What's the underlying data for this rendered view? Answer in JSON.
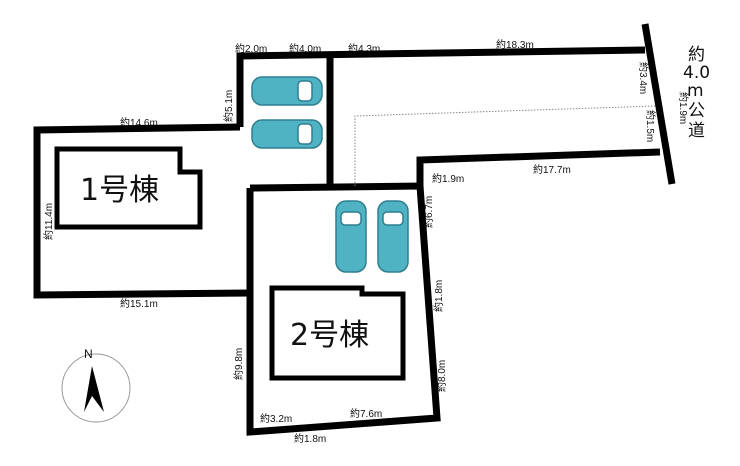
{
  "buildings": {
    "b1": "1号棟",
    "b2": "2号棟"
  },
  "road": {
    "line1": "約",
    "line2": "4.0",
    "line3": "m",
    "line4": "公",
    "line5": "道"
  },
  "compass": {
    "north": "N"
  },
  "dimensions": {
    "top_2_0": "約2.0m",
    "top_4_0": "約4.0m",
    "top_4_3": "約4.3m",
    "top_18_3": "約18.3m",
    "right_3_4": "約3.4m",
    "right_1_9": "約1.9m",
    "right_1_5": "約1.5m",
    "mid_17_7": "約17.7m",
    "mid_1_9": "約1.9m",
    "left_5_1": "約5.1m",
    "left_14_6": "約14.6m",
    "left_11_4": "約11.4m",
    "left_15_1": "約15.1m",
    "lot2_6_7": "約6.7m",
    "lot2_1_8": "約1.8m",
    "lot2_8_0": "約8.0m",
    "lot2_9_8": "約9.8m",
    "lot2_3_2": "約3.2m",
    "lot2_7_6": "約7.6m",
    "lot2_bottom_1_8": "約1.8m"
  },
  "colors": {
    "boundary": "#000000",
    "car": "#4fb3c4",
    "car_outline": "#2f7f8f"
  }
}
